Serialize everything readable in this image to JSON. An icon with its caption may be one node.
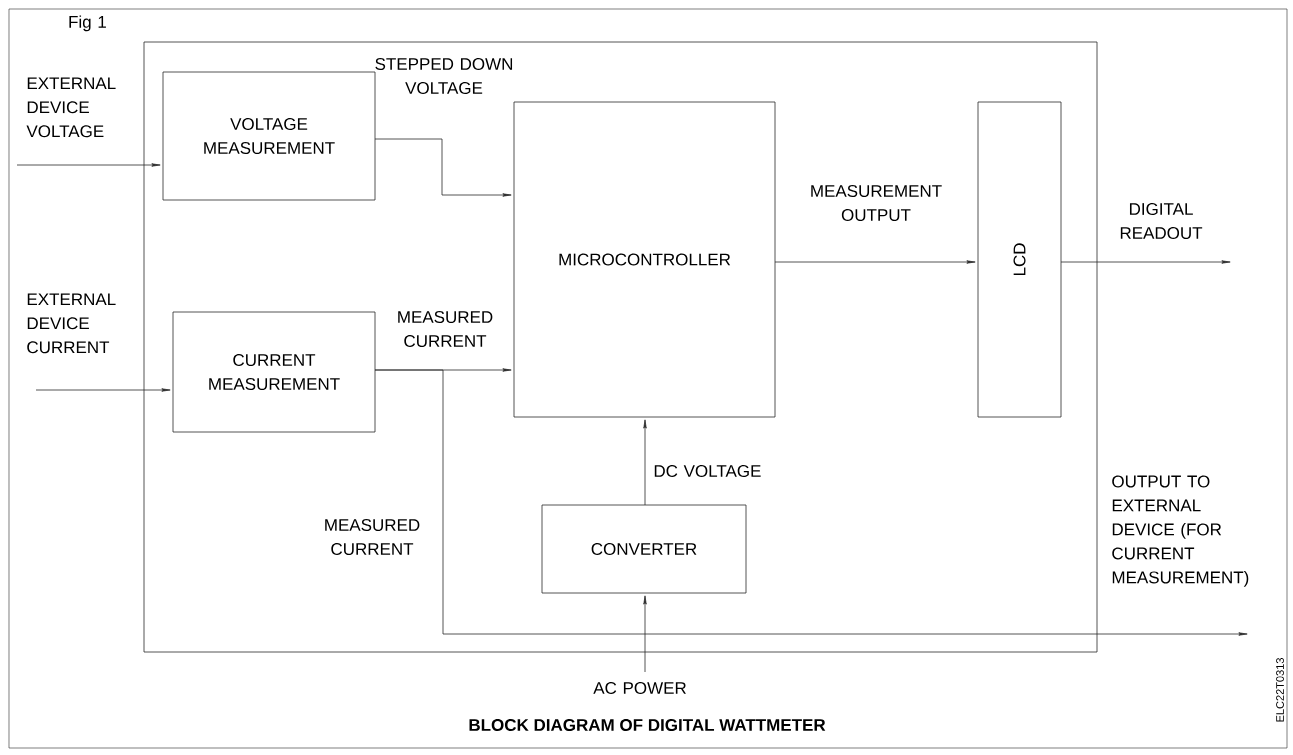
{
  "diagram": {
    "caption": "BLOCK DIAGRAM OF DIGITAL WATTMETER",
    "nodes": [
      {
        "text": [],
        "shape": "box"
      },
      {
        "text": [
          "VOLTAGE MEASUREMENT"
        ],
        "in": 0
      },
      {
        "text": [
          "CURRENT MEASUREMENT"
        ],
        "in": 0
      },
      {
        "text": [
          "MICROCONTROLLER"
        ],
        "in": 0
      },
      {
        "text": [
          "LCD"
        ],
        "in": 0
      },
      {
        "text": [
          "CONVERTER"
        ],
        "in": 0
      }
    ],
    "edges": [
      {
        "from": null,
        "to": 1,
        "arrow": "to",
        "label": "EXTERNAL DEVICE VOLTAGE"
      },
      {
        "from": null,
        "to": 2,
        "arrow": "to",
        "label": "EXTERNAL DEVICE CURRENT"
      },
      {
        "from": 1,
        "to": 3,
        "arrow": "to",
        "label": "STEPPED DOWN VOLTAGE"
      },
      {
        "from": 2,
        "to": 3,
        "arrow": "to",
        "label": "MEASURED CURRENT"
      },
      {
        "from": 2,
        "to": null,
        "arrow": "to",
        "label": "OUTPUT TO EXTERNAL DEVICE (FOR CURRENT MEASUREMENT)"
      },
      {
        "from": 3,
        "to": 4,
        "arrow": "to",
        "label": "MEASUREMENT OUTPUT"
      },
      {
        "from": 4,
        "to": null,
        "arrow": "to",
        "label": "DIGITAL READOUT"
      },
      {
        "from": 5,
        "to": 3,
        "arrow": "to",
        "label": "DC VOLTAGE"
      },
      {
        "from": null,
        "to": 5,
        "arrow": "to",
        "label": "AC POWER"
      }
    ],
    "labels": [
      "Fig 1",
      "MEASURED CURRENT",
      "ELC22T0313"
    ]
  }
}
